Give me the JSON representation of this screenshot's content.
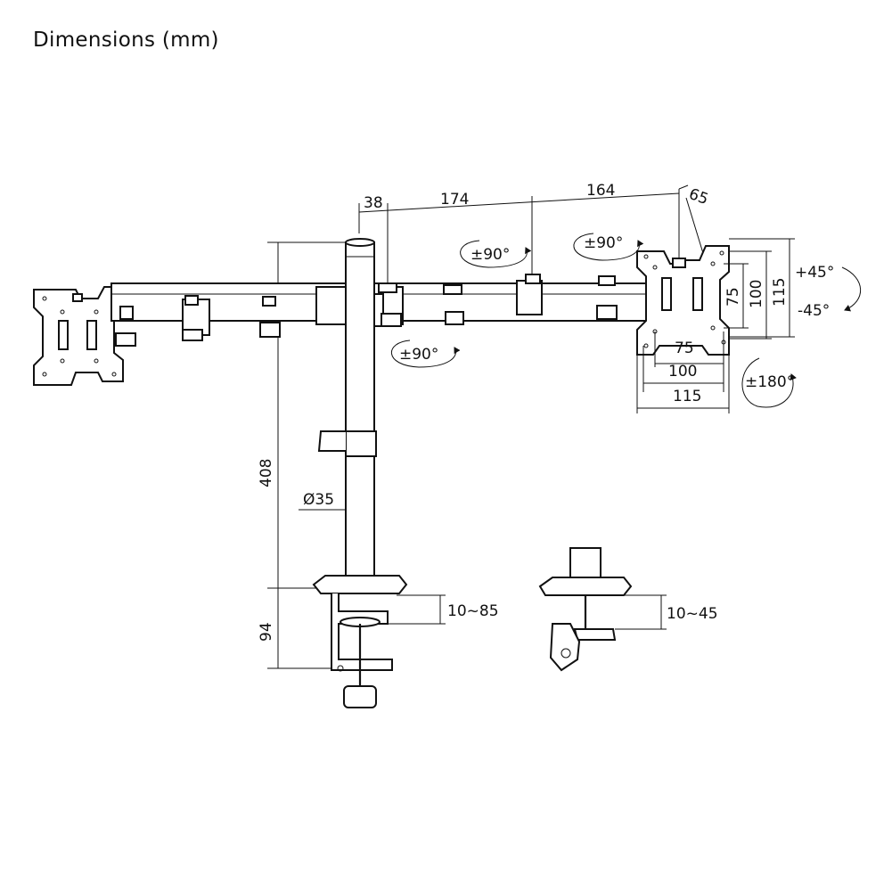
{
  "title": "Dimensions (mm)",
  "dimensions": {
    "arm_38": "38",
    "arm_174": "174",
    "arm_164": "164",
    "arm_65": "65",
    "height_408": "408",
    "height_94": "94",
    "pole_diameter": "Ø35",
    "clamp_range_a": "10~85",
    "clamp_range_b": "10~45",
    "vesa_h_75": "75",
    "vesa_h_100": "100",
    "vesa_h_115": "115",
    "vesa_v_75": "75",
    "vesa_v_100": "100",
    "vesa_v_115": "115"
  },
  "rotations": {
    "swivel_1": "±90°",
    "swivel_2": "±90°",
    "swivel_3": "±90°",
    "tilt_up": "+45°",
    "tilt_down": "-45°",
    "rotate": "±180°"
  },
  "icons": [
    "rotation-arrow-icon",
    "tilt-arrow-icon",
    "rotate-180-icon"
  ]
}
